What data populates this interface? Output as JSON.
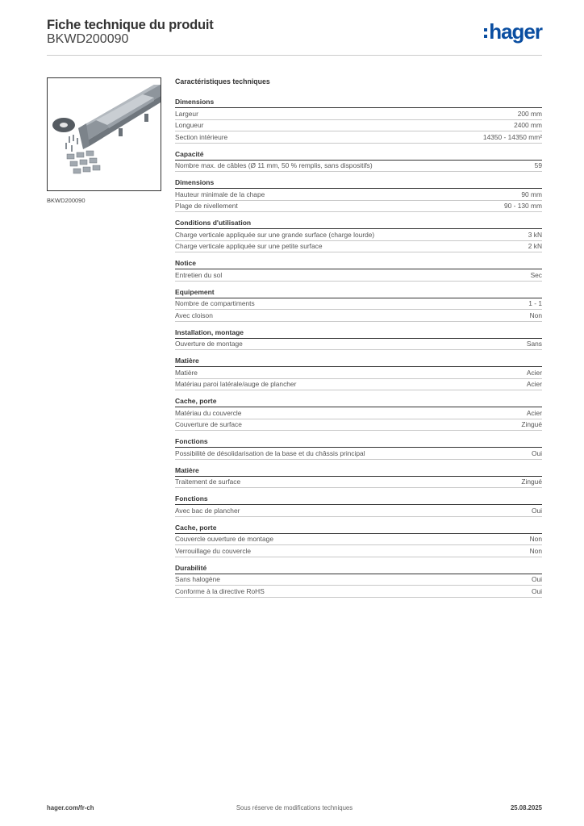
{
  "header": {
    "title": "Fiche technique du produit",
    "reference": "BKWD200090",
    "logo_text": "hager",
    "logo_color": "#0a4ea1"
  },
  "product_image": {
    "caption": "BKWD200090"
  },
  "specs": {
    "title": "Caractéristiques techniques",
    "groups": [
      {
        "title": "Dimensions",
        "rows": [
          {
            "label": "Largeur",
            "value": "200 mm"
          },
          {
            "label": "Longueur",
            "value": "2400 mm"
          },
          {
            "label": "Section intérieure",
            "value": "14350 - 14350 mm²"
          }
        ]
      },
      {
        "title": "Capacité",
        "rows": [
          {
            "label": "Nombre max. de câbles (Ø 11 mm, 50 % remplis, sans dispositifs)",
            "value": "59"
          }
        ]
      },
      {
        "title": "Dimensions",
        "rows": [
          {
            "label": "Hauteur minimale de la chape",
            "value": "90 mm"
          },
          {
            "label": "Plage de nivellement",
            "value": "90 - 130 mm"
          }
        ]
      },
      {
        "title": "Conditions d'utilisation",
        "rows": [
          {
            "label": "Charge verticale appliquée sur une grande surface (charge lourde)",
            "value": "3 kN"
          },
          {
            "label": "Charge verticale appliquée sur une petite surface",
            "value": "2 kN"
          }
        ]
      },
      {
        "title": "Notice",
        "rows": [
          {
            "label": "Entretien du sol",
            "value": "Sec"
          }
        ]
      },
      {
        "title": "Equipement",
        "rows": [
          {
            "label": "Nombre de compartiments",
            "value": "1 - 1"
          },
          {
            "label": "Avec cloison",
            "value": "Non"
          }
        ]
      },
      {
        "title": "Installation, montage",
        "rows": [
          {
            "label": "Ouverture de montage",
            "value": "Sans"
          }
        ]
      },
      {
        "title": "Matière",
        "rows": [
          {
            "label": "Matière",
            "value": "Acier"
          },
          {
            "label": "Matériau paroi latérale/auge de plancher",
            "value": "Acier"
          }
        ]
      },
      {
        "title": "Cache, porte",
        "rows": [
          {
            "label": "Matériau du couvercle",
            "value": "Acier"
          },
          {
            "label": "Couverture de surface",
            "value": "Zingué"
          }
        ]
      },
      {
        "title": "Fonctions",
        "rows": [
          {
            "label": "Possibilité de désolidarisation de la base  et du châssis principal",
            "value": "Oui"
          }
        ]
      },
      {
        "title": "Matière",
        "rows": [
          {
            "label": "Traitement de surface",
            "value": "Zingué"
          }
        ]
      },
      {
        "title": "Fonctions",
        "rows": [
          {
            "label": "Avec bac de plancher",
            "value": "Oui"
          }
        ]
      },
      {
        "title": "Cache, porte",
        "rows": [
          {
            "label": "Couvercle ouverture de montage",
            "value": "Non"
          },
          {
            "label": "Verrouillage du couvercle",
            "value": "Non"
          }
        ]
      },
      {
        "title": "Durabilité",
        "rows": [
          {
            "label": "Sans halogène",
            "value": "Oui"
          },
          {
            "label": "Conforme à la directive RoHS",
            "value": "Oui"
          }
        ]
      }
    ]
  },
  "footer": {
    "website": "hager.com/fr-ch",
    "disclaimer": "Sous réserve de modifications techniques",
    "date": "25.08.2025"
  }
}
